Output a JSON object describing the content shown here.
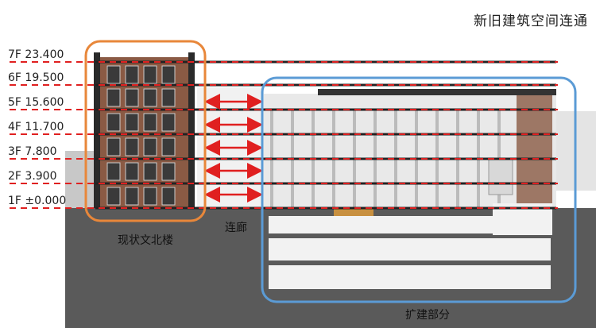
{
  "title": "新旧建筑空间连通",
  "floors": [
    {
      "label": "7F 23.400"
    },
    {
      "label": "6F 19.500"
    },
    {
      "label": "5F 15.600"
    },
    {
      "label": "4F 11.700"
    },
    {
      "label": "3F 7.800"
    },
    {
      "label": "2F 3.900"
    },
    {
      "label": "1F ±0.000"
    }
  ],
  "labels": {
    "old_building": "现状文北楼",
    "corridor": "连廊",
    "extension": "扩建部分"
  },
  "colors": {
    "old_outline": "#e8873a",
    "new_outline": "#5b9bd5",
    "level_line": "#e02020",
    "ground": "#555555",
    "facade": "#8a5a44"
  }
}
